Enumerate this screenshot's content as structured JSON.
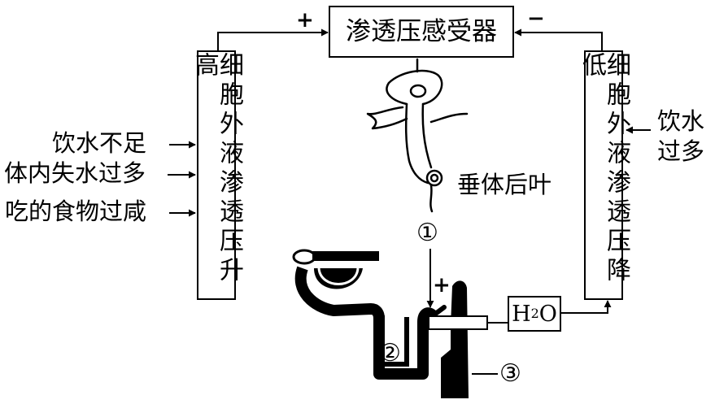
{
  "osmoreceptor": {
    "label": "渗透压感受器"
  },
  "left_box": {
    "label": "细胞外液渗透压升高",
    "sign": "+"
  },
  "right_box": {
    "label": "细胞外液渗透压降低",
    "sign": "−"
  },
  "causes": [
    "饮水不足",
    "体内失水过多",
    "吃的食物过咸"
  ],
  "right_cause": {
    "line1": "饮水",
    "line2": "过多"
  },
  "pituitary": {
    "label": "垂体后叶",
    "marker": "①"
  },
  "kidney": {
    "tubule_marker": "②",
    "duct_marker": "③",
    "sign": "+"
  },
  "water": {
    "base": "H",
    "sub": "2",
    "tail": "O"
  }
}
